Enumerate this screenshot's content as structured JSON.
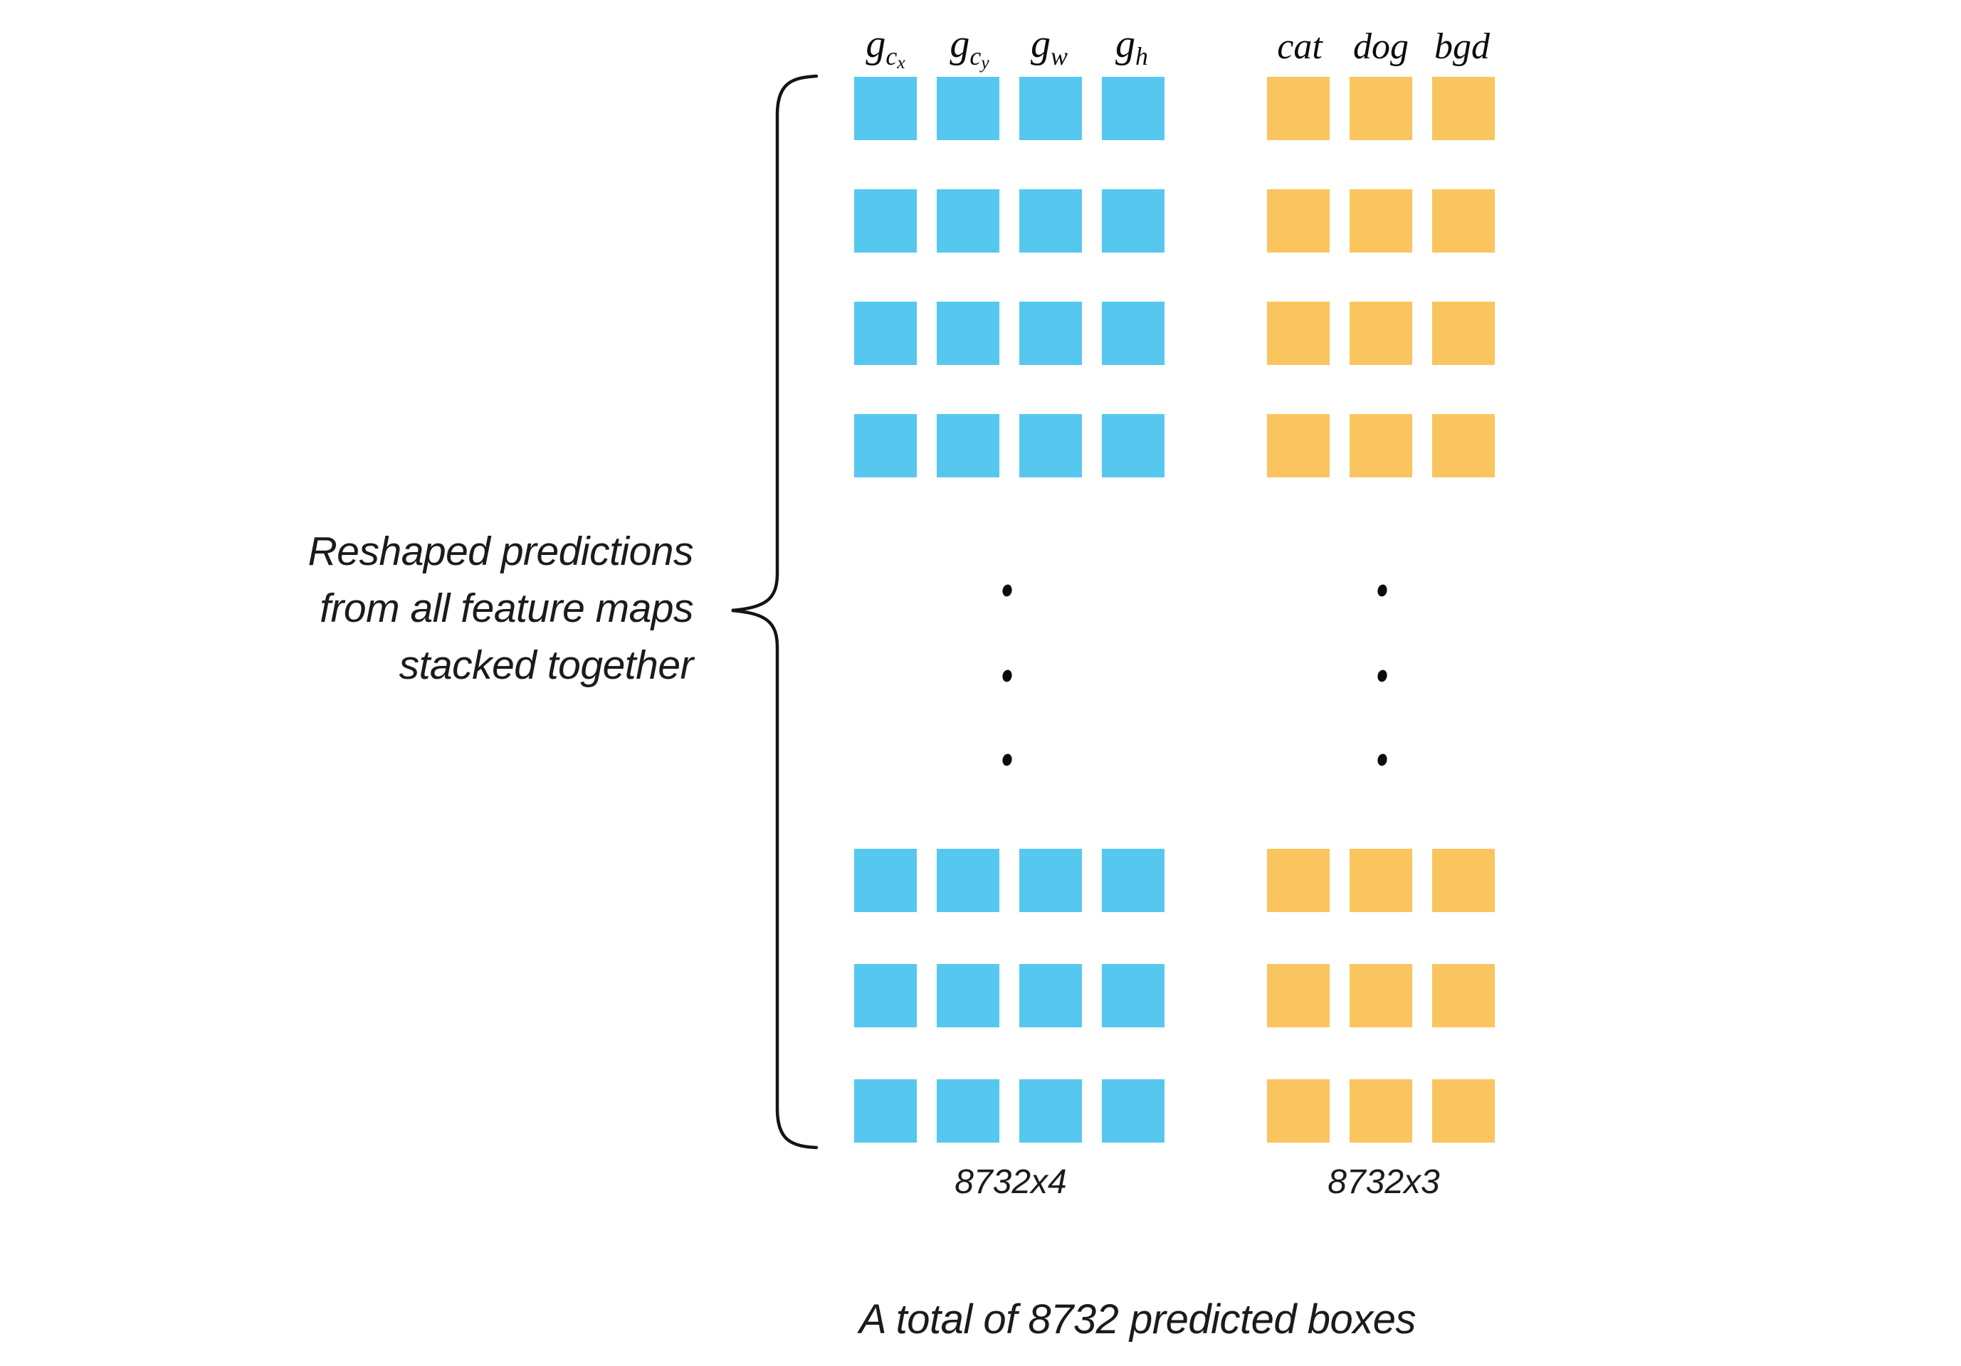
{
  "colors": {
    "localization_fill": "#56C8F0",
    "classification_fill": "#FAC55F",
    "ink": "#111111"
  },
  "brace_label": {
    "line1": "Reshaped predictions",
    "line2": "from all feature maps",
    "line3": "stacked together"
  },
  "localization": {
    "headers": [
      {
        "base": "g",
        "sub": "c",
        "subsub": "x"
      },
      {
        "base": "g",
        "sub": "c",
        "subsub": "y"
      },
      {
        "base": "g",
        "sub": "w",
        "subsub": ""
      },
      {
        "base": "g",
        "sub": "h",
        "subsub": ""
      }
    ],
    "columns": 4,
    "top_rows": 4,
    "bottom_rows": 3,
    "size_label": "8732x4"
  },
  "classification": {
    "headers": [
      "cat",
      "dog",
      "bgd"
    ],
    "columns": 3,
    "top_rows": 4,
    "bottom_rows": 3,
    "size_label": "8732x3"
  },
  "caption": "A total of 8732 predicted boxes"
}
